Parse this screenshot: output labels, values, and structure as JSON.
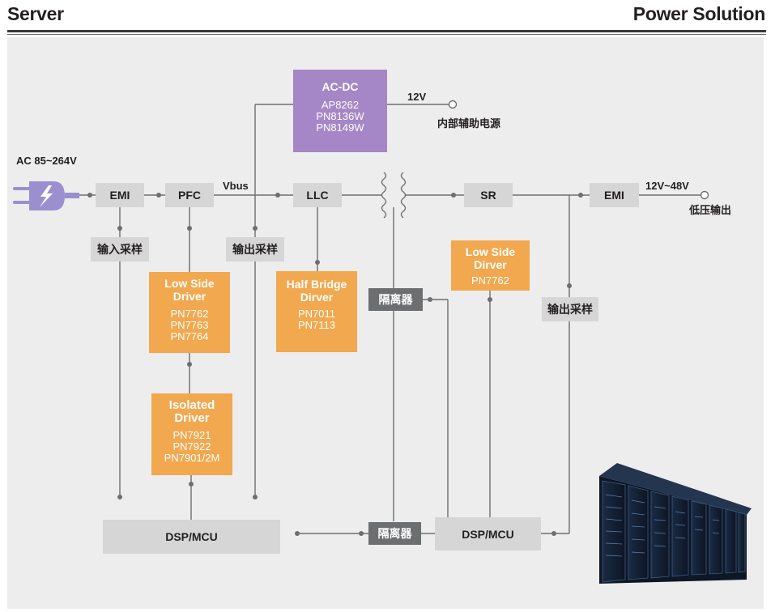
{
  "header": {
    "left_title": "Server",
    "right_title": "Power Solution"
  },
  "input": {
    "label": "AC 85~264V"
  },
  "acdc": {
    "title": "AC-DC",
    "parts": [
      "AP8262",
      "PN8136W",
      "PN8149W"
    ]
  },
  "labels": {
    "aux_voltage": "12V",
    "aux_output": "内部辅助电源",
    "vbus": "Vbus",
    "out_voltage": "12V~48V",
    "out_output": "低压输出"
  },
  "blocks": {
    "emi_in": "EMI",
    "pfc": "PFC",
    "llc": "LLC",
    "sr": "SR",
    "emi_out": "EMI",
    "input_sampling": "输入采样",
    "output_sampling_1": "输出采样",
    "output_sampling_2": "输出采样",
    "isolator_1": "隔离器",
    "isolator_2": "隔离器",
    "dsp_mcu_1": "DSP/MCU",
    "dsp_mcu_2": "DSP/MCU"
  },
  "drivers": {
    "pfc_low_side": {
      "title_1": "Low Side",
      "title_2": "Driver",
      "parts": [
        "PN7762",
        "PN7763",
        "PN7764"
      ]
    },
    "isolated": {
      "title_1": "Isolated",
      "title_2": "Driver",
      "parts": [
        "PN7921",
        "PN7922",
        "PN7901/2M"
      ]
    },
    "half_bridge": {
      "title_1": "Half Bridge",
      "title_2": "Dirver",
      "parts": [
        "PN7011",
        "PN7113"
      ]
    },
    "sr_low_side": {
      "title_1": "Low Side",
      "title_2": "Dirver",
      "parts": [
        "PN7762"
      ]
    }
  },
  "icons": {
    "plug": "ac-plug-icon",
    "servers": "server-racks-image"
  },
  "colors": {
    "driver": "#f1a84f",
    "acdc": "#a586c6",
    "block": "#d6d6d6",
    "isolator": "#6d6e70",
    "panel": "#ededed",
    "plug": "#9b8fd0"
  }
}
